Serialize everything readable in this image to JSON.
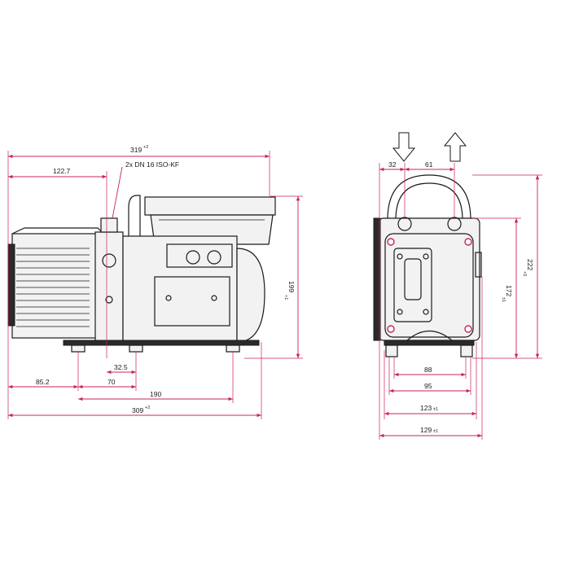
{
  "colors": {
    "dimension": "#c8245a",
    "outline": "#1a1a1a",
    "fill": "#f2f2f2"
  },
  "side_view": {
    "label_flange": "2x DN 16 ISO-KF",
    "dims": {
      "overall_length": {
        "value": "319",
        "tol": "+2"
      },
      "flange_offset": {
        "value": "122.7",
        "tol": ""
      },
      "height": {
        "value": "199",
        "tol": "+1"
      },
      "foot_left": {
        "value": "85.2",
        "tol": ""
      },
      "foot_spacing": {
        "value": "70",
        "tol": ""
      },
      "flange_to_foot": {
        "value": "32.5",
        "tol": ""
      },
      "foot_span": {
        "value": "190",
        "tol": ""
      },
      "base_length": {
        "value": "309",
        "tol": "+2"
      }
    }
  },
  "front_view": {
    "arrows": {
      "inlet": "down",
      "outlet": "up"
    },
    "dims": {
      "inlet_offset": {
        "value": "32",
        "tol": ""
      },
      "outlet_offset": {
        "value": "61",
        "tol": ""
      },
      "height_total": {
        "value": "222",
        "tol": "+5"
      },
      "height_body": {
        "value": "172",
        "tol": "±1"
      },
      "foot_width_88": {
        "value": "88",
        "tol": ""
      },
      "foot_width_95": {
        "value": "95",
        "tol": ""
      },
      "width_123": {
        "value": "123",
        "tol": "±1"
      },
      "width_129": {
        "value": "129",
        "tol": "±1"
      }
    }
  }
}
